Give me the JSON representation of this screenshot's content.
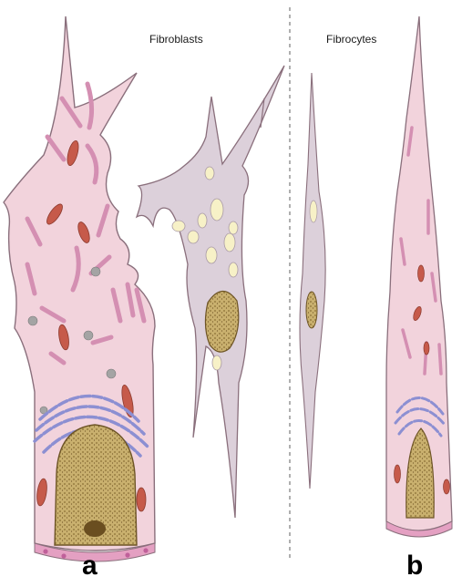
{
  "figure": {
    "header_left": "Fibroblasts",
    "header_right": "Fibrocytes",
    "panel_a": "a",
    "panel_b": "b"
  },
  "colors": {
    "cytoplasm": "#f2d3dc",
    "cytoplasm_grey": "#dcd0da",
    "outline": "#8a6f7c",
    "mitochondria": "#c65a4a",
    "er": "#d48fb2",
    "golgi": "#8c8fd2",
    "nucleus": "#c9b06e",
    "vacuole": "#f7f1c7",
    "granule": "#a4a4a4",
    "divider": "#7a7a7a"
  }
}
